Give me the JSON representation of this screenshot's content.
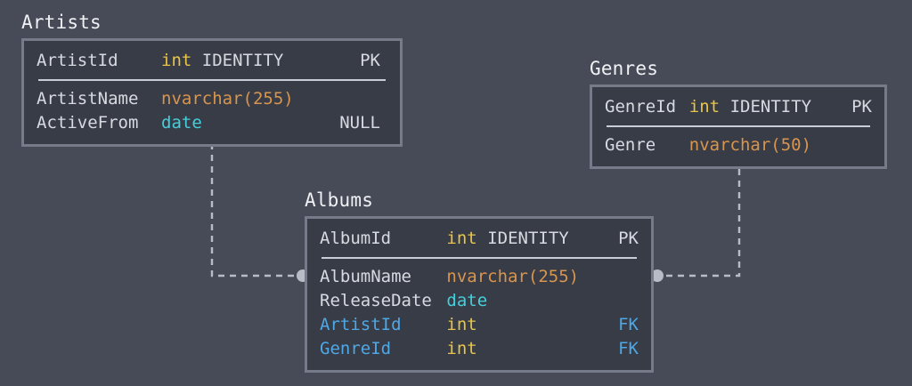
{
  "diagram": {
    "kind": "database-er-diagram",
    "background_color": "#474b57",
    "entity_fill": "#383c46",
    "entity_border": "#767b89",
    "connector_color": "#b8bcc6"
  },
  "palette": {
    "int": "#e8c547",
    "nvarchar": "#d8954f",
    "date": "#44cfdc",
    "foreign_key": "#4ea8e8",
    "text": "#d7dae1",
    "title": "#f0f1f4"
  },
  "entities": {
    "artists": {
      "title": "Artists",
      "key_row": {
        "name": "ArtistId",
        "type": "int",
        "modifier": "IDENTITY",
        "flag": "PK"
      },
      "rows": [
        {
          "name": "ArtistName",
          "type": "nvarchar(255)",
          "flag": ""
        },
        {
          "name": "ActiveFrom",
          "type": "date",
          "flag": "NULL"
        }
      ]
    },
    "genres": {
      "title": "Genres",
      "key_row": {
        "name": "GenreId",
        "type": "int",
        "modifier": "IDENTITY",
        "flag": "PK"
      },
      "rows": [
        {
          "name": "Genre",
          "type": "nvarchar(50)",
          "flag": ""
        }
      ]
    },
    "albums": {
      "title": "Albums",
      "key_row": {
        "name": "AlbumId",
        "type": "int",
        "modifier": "IDENTITY",
        "flag": "PK"
      },
      "rows": [
        {
          "name": "AlbumName",
          "type": "nvarchar(255)",
          "flag": ""
        },
        {
          "name": "ReleaseDate",
          "type": "date",
          "flag": ""
        },
        {
          "name": "ArtistId",
          "type": "int",
          "flag": "FK"
        },
        {
          "name": "GenreId",
          "type": "int",
          "flag": "FK"
        }
      ]
    }
  },
  "relationships": [
    {
      "name": "artists-to-albums",
      "from": "Artists",
      "to": "Albums",
      "via": "ArtistId"
    },
    {
      "name": "genres-to-albums",
      "from": "Genres",
      "to": "Albums",
      "via": "GenreId"
    }
  ]
}
